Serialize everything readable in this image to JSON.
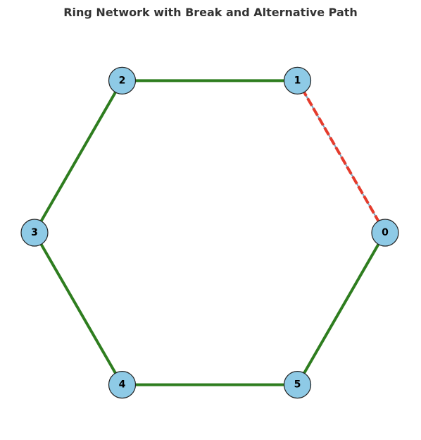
{
  "title": "Ring Network with Break and Alternative Path",
  "colors": {
    "edge_ok": "#2e7d1f",
    "edge_broken": "#e53b2c",
    "edge_broken_under": "#7a9cb8",
    "node_fill": "#8ecae6",
    "node_stroke": "#222222"
  },
  "nodes": [
    {
      "id": "0",
      "label": "0"
    },
    {
      "id": "1",
      "label": "1"
    },
    {
      "id": "2",
      "label": "2"
    },
    {
      "id": "3",
      "label": "3"
    },
    {
      "id": "4",
      "label": "4"
    },
    {
      "id": "5",
      "label": "5"
    }
  ],
  "edges": [
    {
      "from": "0",
      "to": "1",
      "status": "broken"
    },
    {
      "from": "1",
      "to": "2",
      "status": "ok"
    },
    {
      "from": "2",
      "to": "3",
      "status": "ok"
    },
    {
      "from": "3",
      "to": "4",
      "status": "ok"
    },
    {
      "from": "4",
      "to": "5",
      "status": "ok"
    },
    {
      "from": "5",
      "to": "0",
      "status": "ok"
    }
  ]
}
